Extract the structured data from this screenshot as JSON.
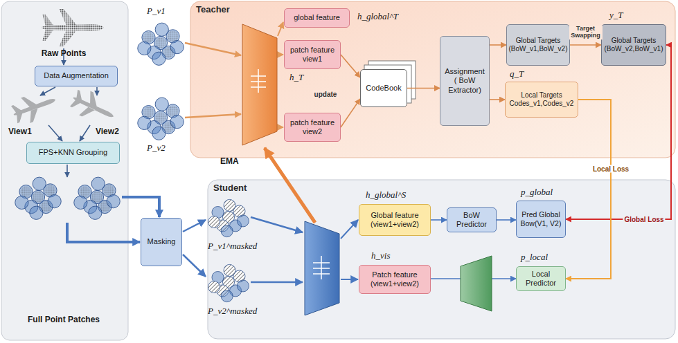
{
  "diagram": {
    "nodes": [
      {
        "text": [
          "Data Augmentation"
        ]
      },
      {
        "text": [
          "FPS+KNN Grouping"
        ]
      },
      {
        "text": [
          "Masking"
        ]
      },
      {
        "text": [
          "Teacher"
        ]
      },
      {
        "text": [
          "global feature"
        ],
        "in": 3
      },
      {
        "text": [
          "patch feature view1"
        ],
        "in": 3
      },
      {
        "text": [
          "patch feature view2"
        ],
        "in": 3
      },
      {
        "text": [
          "CodeBook"
        ],
        "in": 3
      },
      {
        "text": [
          "Assignment ( BoW Extractor)"
        ],
        "in": 3
      },
      {
        "text": [
          "Global Targets (BoW_v1,BoW_v2)"
        ],
        "in": 3
      },
      {
        "text": [
          "Global Targets (BoW_v2,BoW_v1)"
        ],
        "in": 3
      },
      {
        "text": [
          "Local Targets Codes_v1,Codes_v2"
        ],
        "in": 3
      },
      {
        "text": [
          "Student"
        ]
      },
      {
        "text": [
          "Global feature (view1+view2)"
        ],
        "in": 12
      },
      {
        "text": [
          "BoW Predictor"
        ],
        "in": 12
      },
      {
        "text": [
          "Pred Global Bow(V1, V2)"
        ],
        "in": 12
      },
      {
        "text": [
          "Patch feature (view1+view2)"
        ],
        "in": 12
      },
      {
        "text": [
          "Local Predictor"
        ],
        "in": 12
      }
    ],
    "edges": [
      {
        "from": 5,
        "to": 7,
        "arrow": "to",
        "label": "update"
      },
      {
        "from": 6,
        "to": 7,
        "arrow": "to"
      },
      {
        "from": 7,
        "to": 8,
        "arrow": "to"
      },
      {
        "from": 8,
        "to": 9,
        "arrow": "to"
      },
      {
        "from": 8,
        "to": 11,
        "arrow": "to"
      },
      {
        "from": 9,
        "to": 10,
        "arrow": "to",
        "label": "Target Swapping"
      },
      {
        "from": 10,
        "to": 15,
        "arrow": "both",
        "label": "Global Loss"
      },
      {
        "from": 11,
        "to": 17,
        "arrow": "to",
        "label": "Local Loss"
      },
      {
        "from": 13,
        "to": 14,
        "arrow": "to"
      },
      {
        "from": 14,
        "to": 15,
        "arrow": "to"
      },
      {
        "from": 16,
        "to": 17,
        "arrow": "to"
      }
    ],
    "labels": [
      "Raw Points",
      "View1",
      "View2",
      "Full Point Patches",
      "P_v1",
      "P_v2",
      "h_global^T",
      "h_T",
      "y_T",
      "q_T",
      "EMA",
      "P_v1^masked",
      "P_v2^masked",
      "h_global^S",
      "h_vis",
      "p_global",
      "p_local"
    ]
  }
}
